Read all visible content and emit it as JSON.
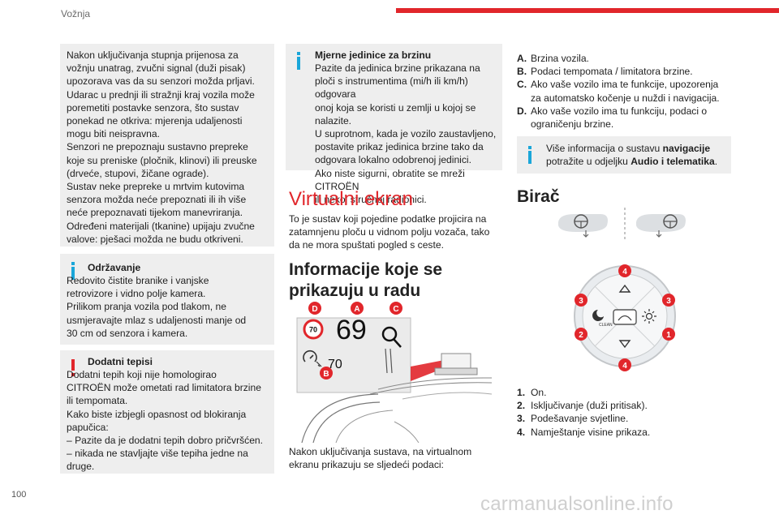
{
  "header": {
    "section": "Vožnja"
  },
  "page_number": "100",
  "watermark": "carmanualsonline.info",
  "col1": {
    "intro_lines": [
      "Nakon uključivanja stupnja prijenosa za",
      "vožnju unatrag, zvučni signal (duži pisak)",
      "upozorava vas da su senzori možda prljavi.",
      "Udarac u prednji ili stražnji kraj vozila može",
      "poremetiti postavke senzora, što sustav",
      "ponekad ne otkriva: mjerenja udaljenosti",
      "mogu biti neispravna.",
      "Senzori ne prepoznaju sustavno prepreke",
      "koje su preniske (pločnik, klinovi) ili preuske",
      "(drveće, stupovi, žičane ograde).",
      "Sustav neke prepreke u mrtvim kutovima",
      "senzora možda neće prepoznati ili ih više",
      "neće prepoznavati tijekom manevriranja.",
      "Određeni materijali (tkanine) upijaju zvučne",
      "valove: pješaci možda ne budu otkriveni."
    ],
    "maint_title": "Održavanje",
    "maint_lines": [
      "Redovito čistite branike i vanjske",
      "retrovizore i vidno polje kamera.",
      "Prilikom pranja vozila pod tlakom, ne",
      "usmjeravajte mlaz s udaljenosti manje od",
      "30 cm od senzora i kamera."
    ],
    "warn_title": "Dodatni tepisi",
    "warn_lines": [
      "Dodatni tepih koji nije homologirao",
      "CITROËN može ometati rad limitatora brzine",
      "ili tempomata.",
      "Kako biste izbjegli opasnost od blokiranja",
      "papučica:",
      "–  Pazite da je dodatni tepih dobro pričvršćen.",
      "–  nikada ne stavljajte više tepiha jedne na",
      "druge."
    ]
  },
  "col2": {
    "units_title": "Mjerne jedinice za brzinu",
    "units_lines": [
      "Pazite da jedinica brzine prikazana na",
      "ploči s instrumentima (mi/h ili km/h) odgovara",
      "onoj koja se koristi u zemlji u kojoj se nalazite.",
      "U suprotnom, kada je vozilo zaustavljeno,",
      "postavite prikaz jedinica brzine tako da",
      "odgovara lokalno odobrenoj jedinici.",
      "Ako niste sigurni, obratite se mreži CITROËN",
      "ili nekoj stručnoj radionici."
    ],
    "virtual_title": "Virtualni ekran",
    "virtual_lines": [
      "To je sustav koji pojedine podatke projicira na",
      "zatamnjenu ploču u vidnom polju vozača, tako",
      "da ne mora spuštati pogled s ceste."
    ],
    "info_title_1": "Informacije koje se",
    "info_title_2": "prikazuju u radu",
    "hud": {
      "speed": "69",
      "limit": "70",
      "cruise": "70",
      "callouts": [
        "D",
        "A",
        "C",
        "B"
      ]
    },
    "after_lines": [
      "Nakon uključivanja sustava, na virtualnom",
      "ekranu prikazuju se sljedeći podaci:"
    ]
  },
  "col3": {
    "legend": [
      {
        "key": "A.",
        "lines": [
          "Brzina vozila."
        ]
      },
      {
        "key": "B.",
        "lines": [
          "Podaci tempomata / limitatora brzine."
        ]
      },
      {
        "key": "C.",
        "lines": [
          "Ako vaše vozilo ima te funkcije, upozorenja",
          "za automatsko kočenje u nuždi i navigacija."
        ]
      },
      {
        "key": "D.",
        "lines": [
          "Ako vaše vozilo ima tu funkciju, podaci o",
          "ograničenju brzine."
        ]
      }
    ],
    "nav_pre": "Više informacija o sustavu ",
    "nav_bold1": "navigacije",
    "nav_mid": "potražite u odjeljku ",
    "nav_bold2": "Audio i telematika",
    "nav_end": ".",
    "selector_title": "Birač",
    "panel": {
      "btn_labels": [
        "4",
        "3",
        "3",
        "2",
        "1",
        "4"
      ],
      "center_caption": "CLEAN"
    },
    "items": [
      {
        "key": "1.",
        "text": "On."
      },
      {
        "key": "2.",
        "text": "Isključivanje (duži pritisak)."
      },
      {
        "key": "3.",
        "text": "Podešavanje svjetline."
      },
      {
        "key": "4.",
        "text": "Namještanje visine prikaza."
      }
    ]
  }
}
